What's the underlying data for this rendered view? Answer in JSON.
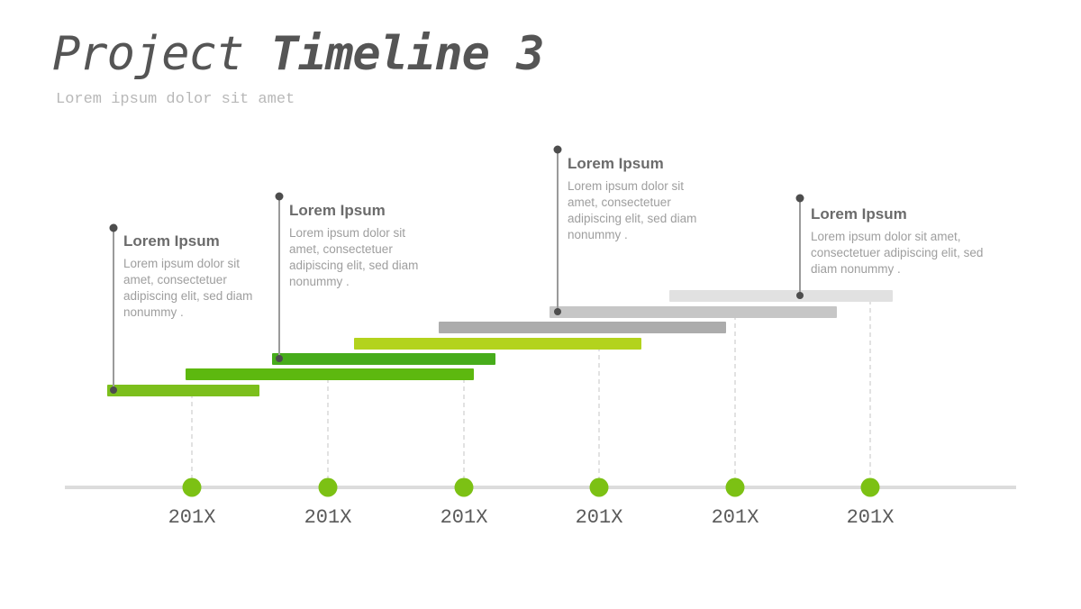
{
  "header": {
    "title_regular": "Project",
    "title_bold": "Timeline 3",
    "subtitle": "Lorem ipsum dolor sit amet"
  },
  "colors": {
    "axis": "#dcdcdc",
    "milestone": "#7cc114",
    "connector": "#4d4d4d",
    "guide": "#d2d2d2",
    "bars": [
      "#7cbf1c",
      "#5db80f",
      "#47ac1b",
      "#b3d31d",
      "#acacac",
      "#c6c6c6",
      "#e1e1e1"
    ]
  },
  "milestones": [
    {
      "label": "201X"
    },
    {
      "label": "201X"
    },
    {
      "label": "201X"
    },
    {
      "label": "201X"
    },
    {
      "label": "201X"
    },
    {
      "label": "201X"
    }
  ],
  "notes": [
    {
      "title": "Lorem Ipsum",
      "body": "Lorem ipsum dolor sit amet, consectetuer adipiscing elit, sed diam nonummy ."
    },
    {
      "title": "Lorem Ipsum",
      "body": "Lorem ipsum dolor sit amet, consectetuer adipiscing elit, sed diam nonummy ."
    },
    {
      "title": "Lorem Ipsum",
      "body": "Lorem ipsum dolor sit amet, consectetuer adipiscing elit, sed diam nonummy ."
    },
    {
      "title": "Lorem Ipsum",
      "body": "Lorem ipsum dolor sit amet, consectetuer adipiscing elit, sed diam nonummy ."
    }
  ]
}
